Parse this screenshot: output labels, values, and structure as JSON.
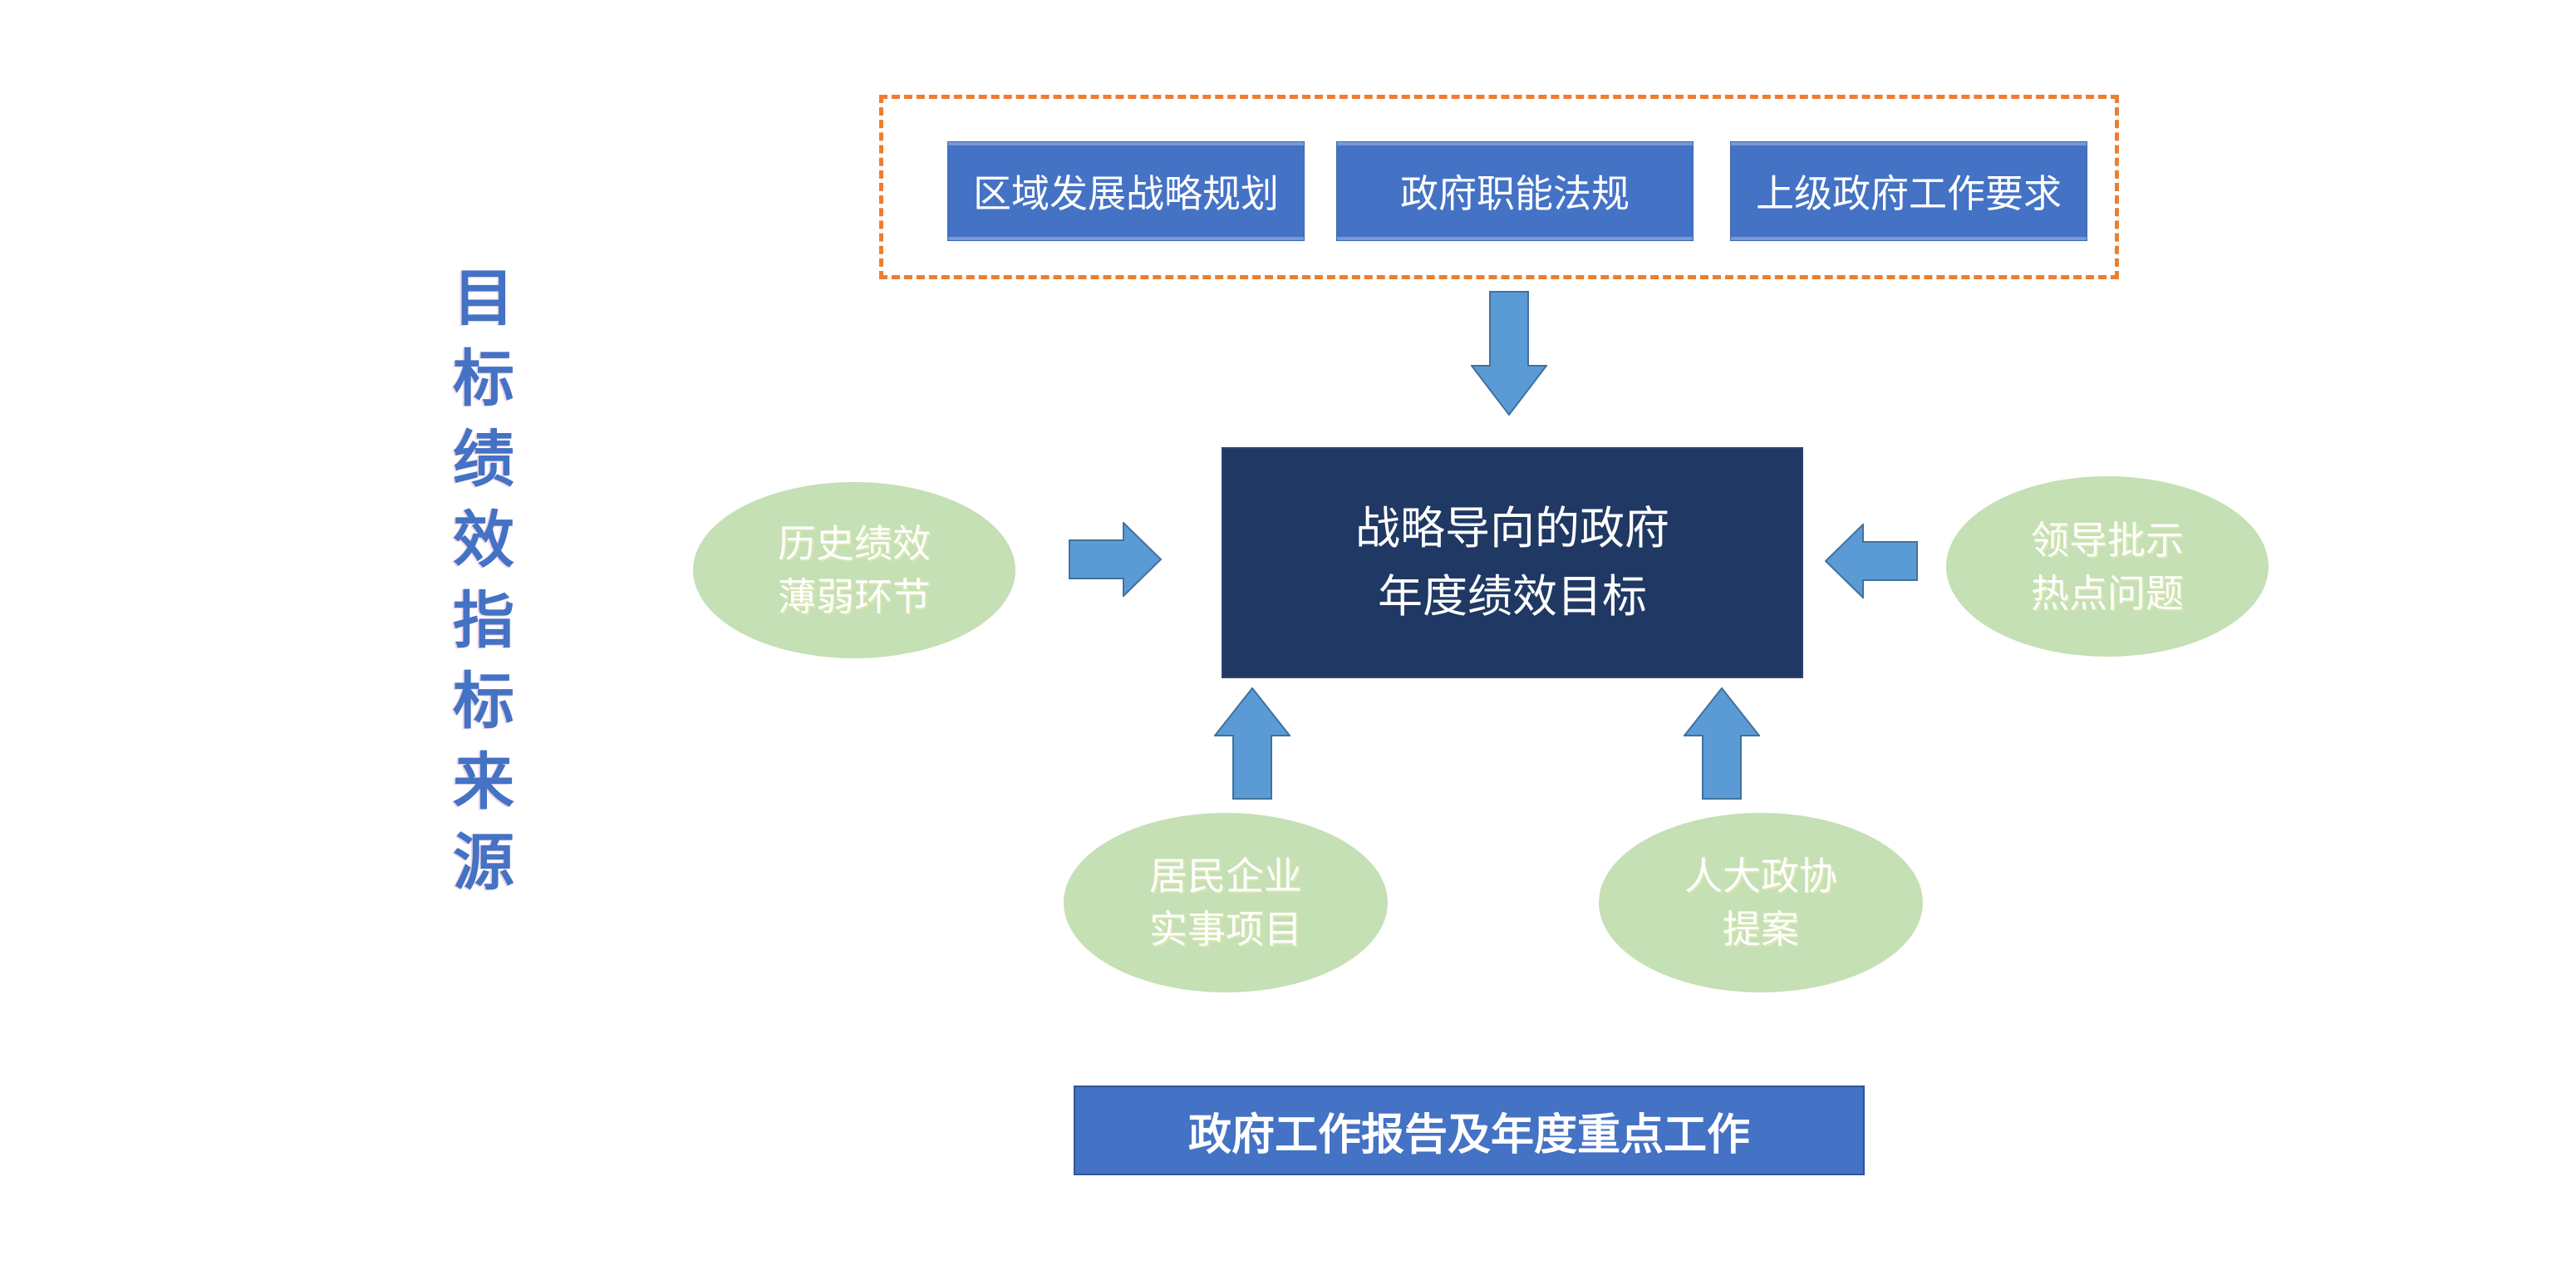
{
  "title": {
    "text": "目标绩效指标来源"
  },
  "top_group": {
    "buttons": [
      {
        "label": "区域发展战略规划"
      },
      {
        "label": "政府职能法规"
      },
      {
        "label": "上级政府工作要求"
      }
    ]
  },
  "center_box": {
    "line1": "战略导向的政府",
    "line2": "年度绩效目标"
  },
  "ellipses": {
    "left": {
      "line1": "历史绩效",
      "line2": "薄弱环节"
    },
    "right": {
      "line1": "领导批示",
      "line2": "热点问题"
    },
    "bottom_left": {
      "line1": "居民企业",
      "line2": "实事项目"
    },
    "bottom_right": {
      "line1": "人大政协",
      "line2": "提案"
    }
  },
  "bottom_bar": {
    "label": "政府工作报告及年度重点工作"
  },
  "icons": {
    "arrow_down": "arrow-down-icon",
    "arrow_right": "arrow-right-icon",
    "arrow_left": "arrow-left-icon",
    "arrow_up_left": "arrow-up-icon",
    "arrow_up_right": "arrow-up-icon"
  },
  "colors": {
    "title_blue": "#4472C4",
    "button_blue": "#4472C4",
    "center_navy": "#1F3864",
    "ellipse_green": "#C5E0B4",
    "arrow_blue": "#5B9BD5",
    "arrow_border": "#41719C",
    "dashed_orange": "#ED7D31",
    "bottom_bar_blue": "#4472C4",
    "text_white": "#FFFFFF"
  }
}
